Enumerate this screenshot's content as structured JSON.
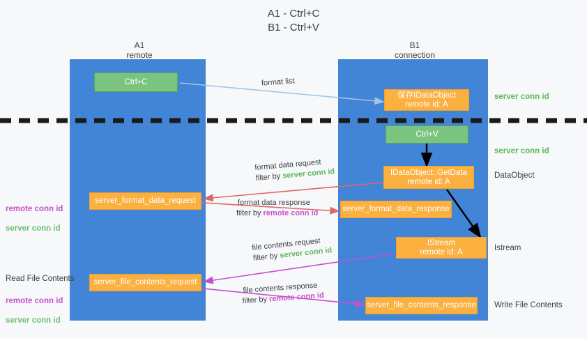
{
  "title": "A1 - Ctrl+C\nB1 - Ctrl+V",
  "lanes": {
    "left": {
      "name": "A1",
      "role": "remote",
      "header": "A1\nremote"
    },
    "right": {
      "name": "B1",
      "role": "connection",
      "header": "B1\nconnection"
    }
  },
  "nodes": {
    "ctrl_c": "Ctrl+C",
    "store_idataobject": "保存IDataObject\nremote id: A",
    "ctrl_v": "Ctrl+V",
    "getdata": "IDataObject::GetData\nremote id: A",
    "server_format_data_request": "server_format_data_request",
    "server_format_data_response": "server_format_data_response",
    "istream": "IStream\nremote id: A",
    "server_file_contents_request": "server_file_contents_request",
    "server_file_contents_response": "server_file_contents_response"
  },
  "right_annotations": {
    "server_conn_id_top": "server conn id",
    "server_conn_id_mid": "server conn id",
    "dataobject": "DataObject",
    "istream": "Istream",
    "write_file_contents": "Write File Contents"
  },
  "left_annotations": {
    "conn_ids_format": {
      "remote": "remote conn id",
      "server": "server conn id"
    },
    "read_file_contents": "Read File Contents",
    "conn_ids_file": {
      "remote": "remote conn id",
      "server": "server conn id"
    }
  },
  "wire_labels": {
    "format_list": "format list",
    "format_data_request": "format data request",
    "format_data_request_filter_prefix": "filter by ",
    "format_data_request_filter_value": "server conn id",
    "format_data_response": "format data response",
    "format_data_response_filter_prefix": "filter by ",
    "format_data_response_filter_value": "remote conn id",
    "file_contents_request": "file contents request",
    "file_contents_request_filter_prefix": "filter by ",
    "file_contents_request_filter_value": "server conn id",
    "file_contents_response": "file contents response",
    "file_contents_response_filter_prefix": "filter by ",
    "file_contents_response_filter_value": "remote conn id"
  },
  "colors": {
    "lane": "#4285d6",
    "green_box": "#7ac47f",
    "orange_box": "#fbb040",
    "server_conn_id": "#5cb85c",
    "remote_conn_id": "#c64fd0",
    "divider": "#1a1a1a",
    "arrow_blue": "#9fc5e8",
    "arrow_red": "#e06666",
    "arrow_magenta": "#c64fd0",
    "arrow_black": "#000000"
  }
}
